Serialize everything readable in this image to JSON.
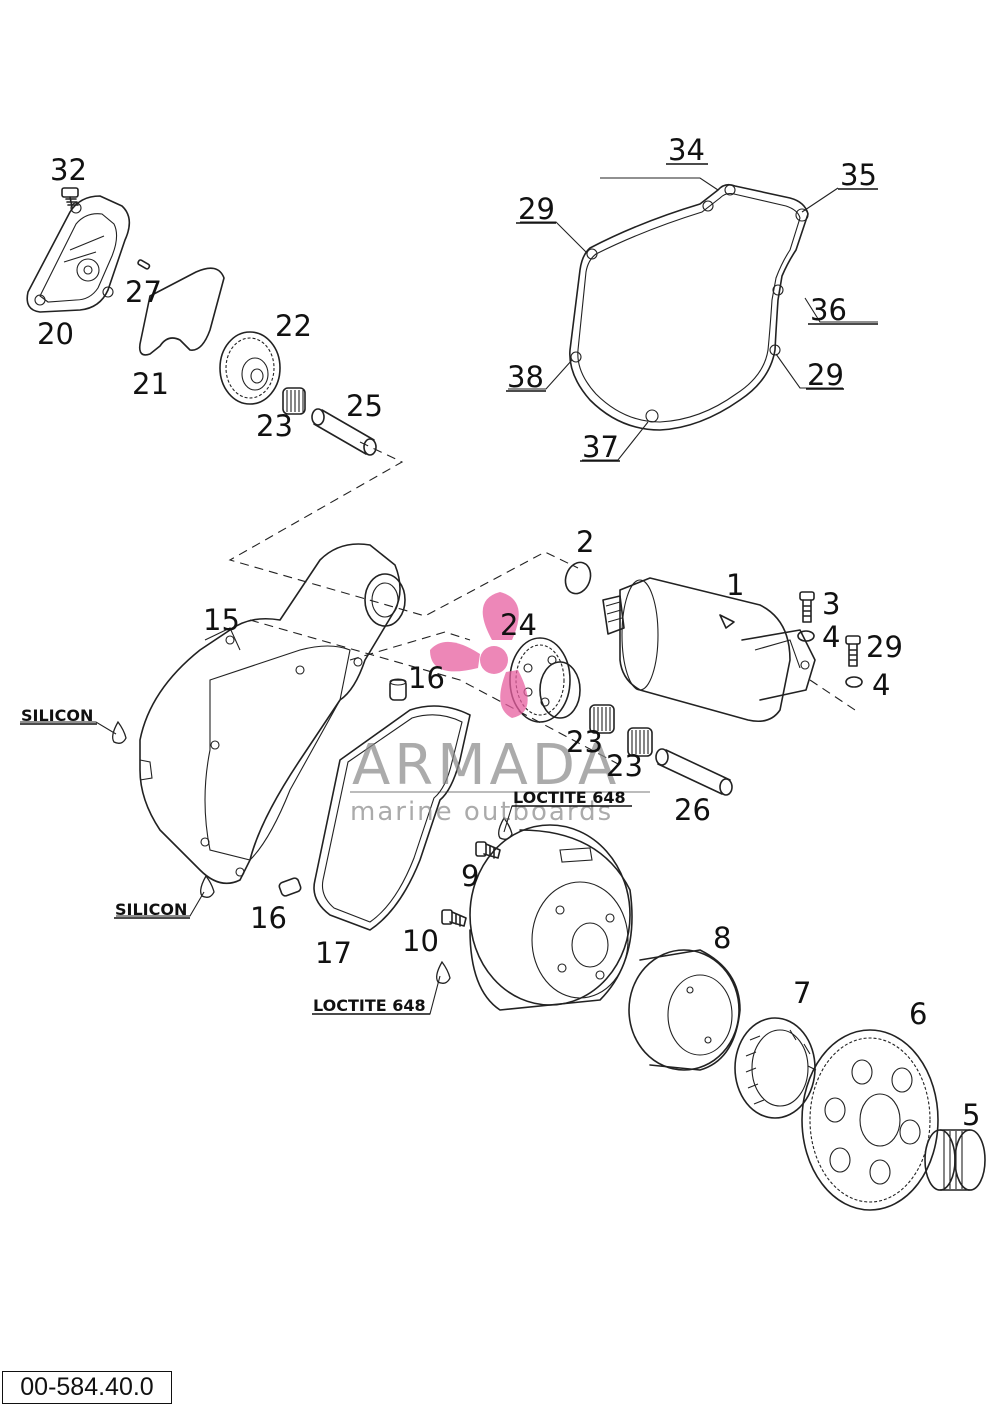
{
  "callouts": {
    "n1": "1",
    "n2": "2",
    "n3": "3",
    "n4a": "4",
    "n4b": "4",
    "n5": "5",
    "n6": "6",
    "n7": "7",
    "n8": "8",
    "n9": "9",
    "n10": "10",
    "n15": "15",
    "n16a": "16",
    "n16b": "16",
    "n17": "17",
    "n20": "20",
    "n21": "21",
    "n22": "22",
    "n23a": "23",
    "n23b": "23",
    "n23c": "23",
    "n24": "24",
    "n25": "25",
    "n26": "26",
    "n27": "27",
    "n29a": "29",
    "n29b": "29",
    "n29c": "29",
    "n32": "32",
    "n34": "34",
    "n35": "35",
    "n36": "36",
    "n37": "37",
    "n38": "38"
  },
  "notes": {
    "silicon_top": "SILICON",
    "silicon_bottom": "SILICON",
    "loctite_top": "LOCTITE 648",
    "loctite_bottom": "LOCTITE 648"
  },
  "watermark": {
    "brand": "ARMADA",
    "tagline": "marine outboards",
    "logo_color": "#e75fa0"
  },
  "reference_code": "00-584.40.0"
}
